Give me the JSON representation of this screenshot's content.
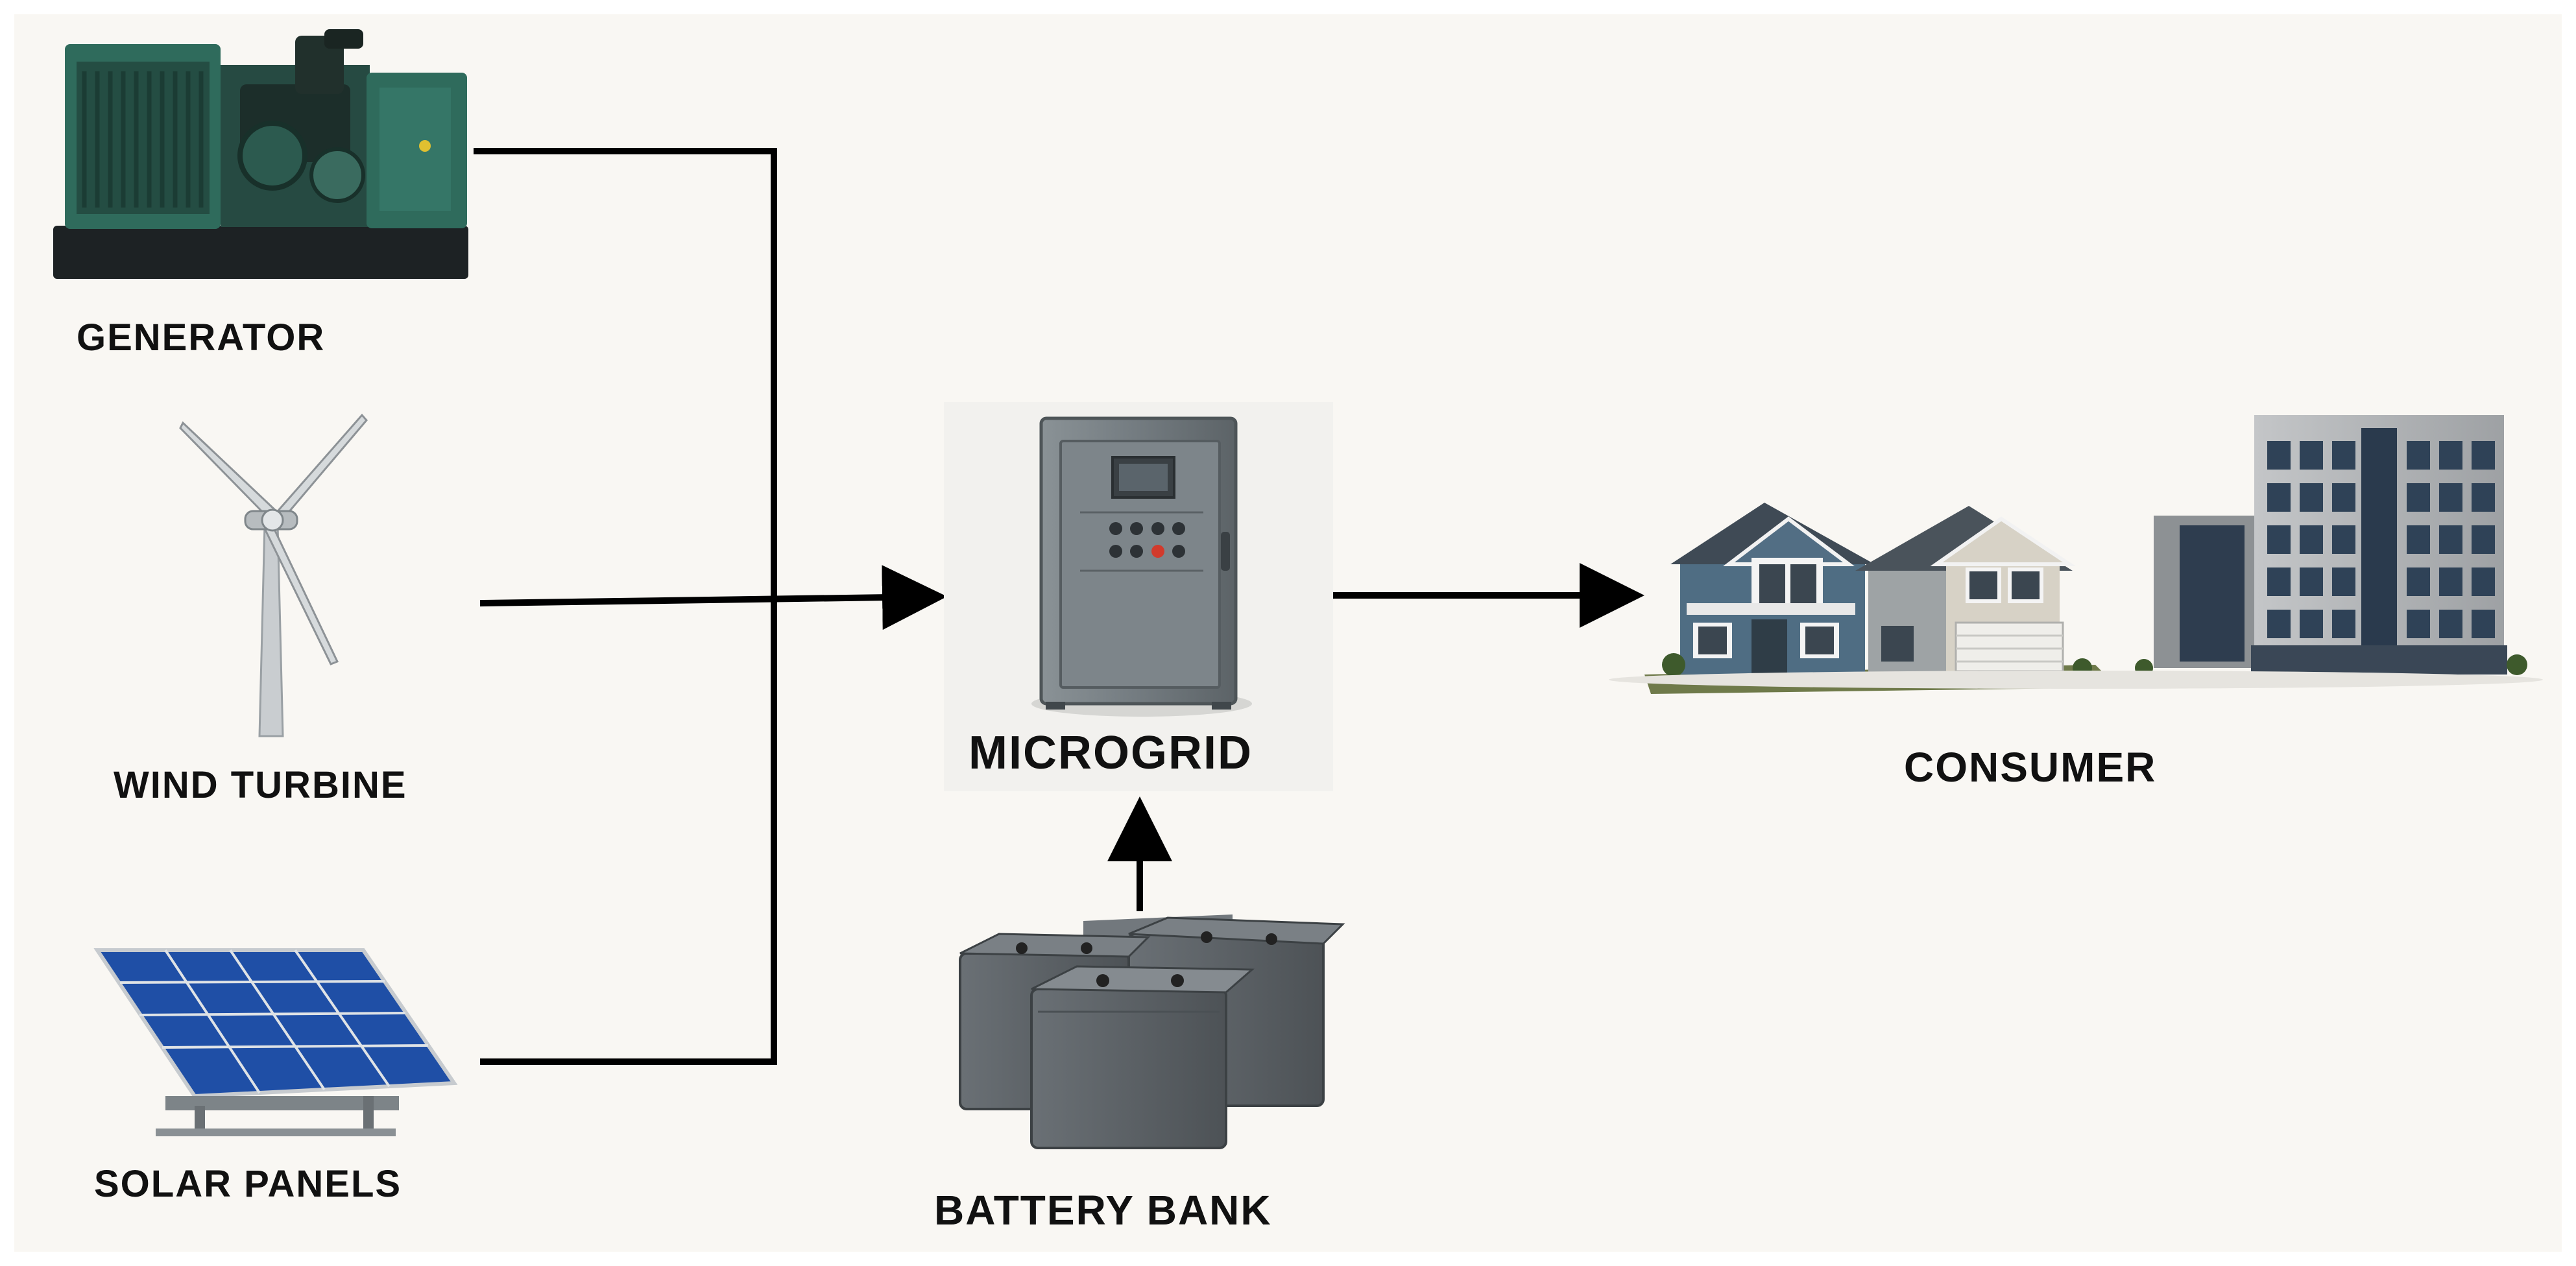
{
  "diagram": {
    "nodes": {
      "generator": {
        "label": "GENERATOR",
        "icon": "generator-icon"
      },
      "wind_turbine": {
        "label": "WIND TURBINE",
        "icon": "wind-turbine-icon"
      },
      "solar_panels": {
        "label": "SOLAR PANELS",
        "icon": "solar-panel-icon"
      },
      "microgrid": {
        "label": "MICROGRID",
        "icon": "microgrid-cabinet-icon"
      },
      "battery_bank": {
        "label": "BATTERY BANK",
        "icon": "battery-bank-icon"
      },
      "consumer": {
        "label": "CONSUMER",
        "icon": "buildings-icon"
      }
    },
    "edges": [
      {
        "from": "generator",
        "to": "microgrid"
      },
      {
        "from": "wind_turbine",
        "to": "microgrid"
      },
      {
        "from": "solar_panels",
        "to": "microgrid"
      },
      {
        "from": "battery_bank",
        "to": "microgrid"
      },
      {
        "from": "microgrid",
        "to": "consumer"
      }
    ]
  },
  "colors": {
    "background": "#f9f7f3",
    "generator_green": "#2f6b5c",
    "cabinet_gray": "#6f777b",
    "battery_gray": "#5b6166",
    "solar_blue": "#1f4fa6",
    "house_blue": "#4f6d83",
    "office_gray": "#a4a7aa"
  }
}
